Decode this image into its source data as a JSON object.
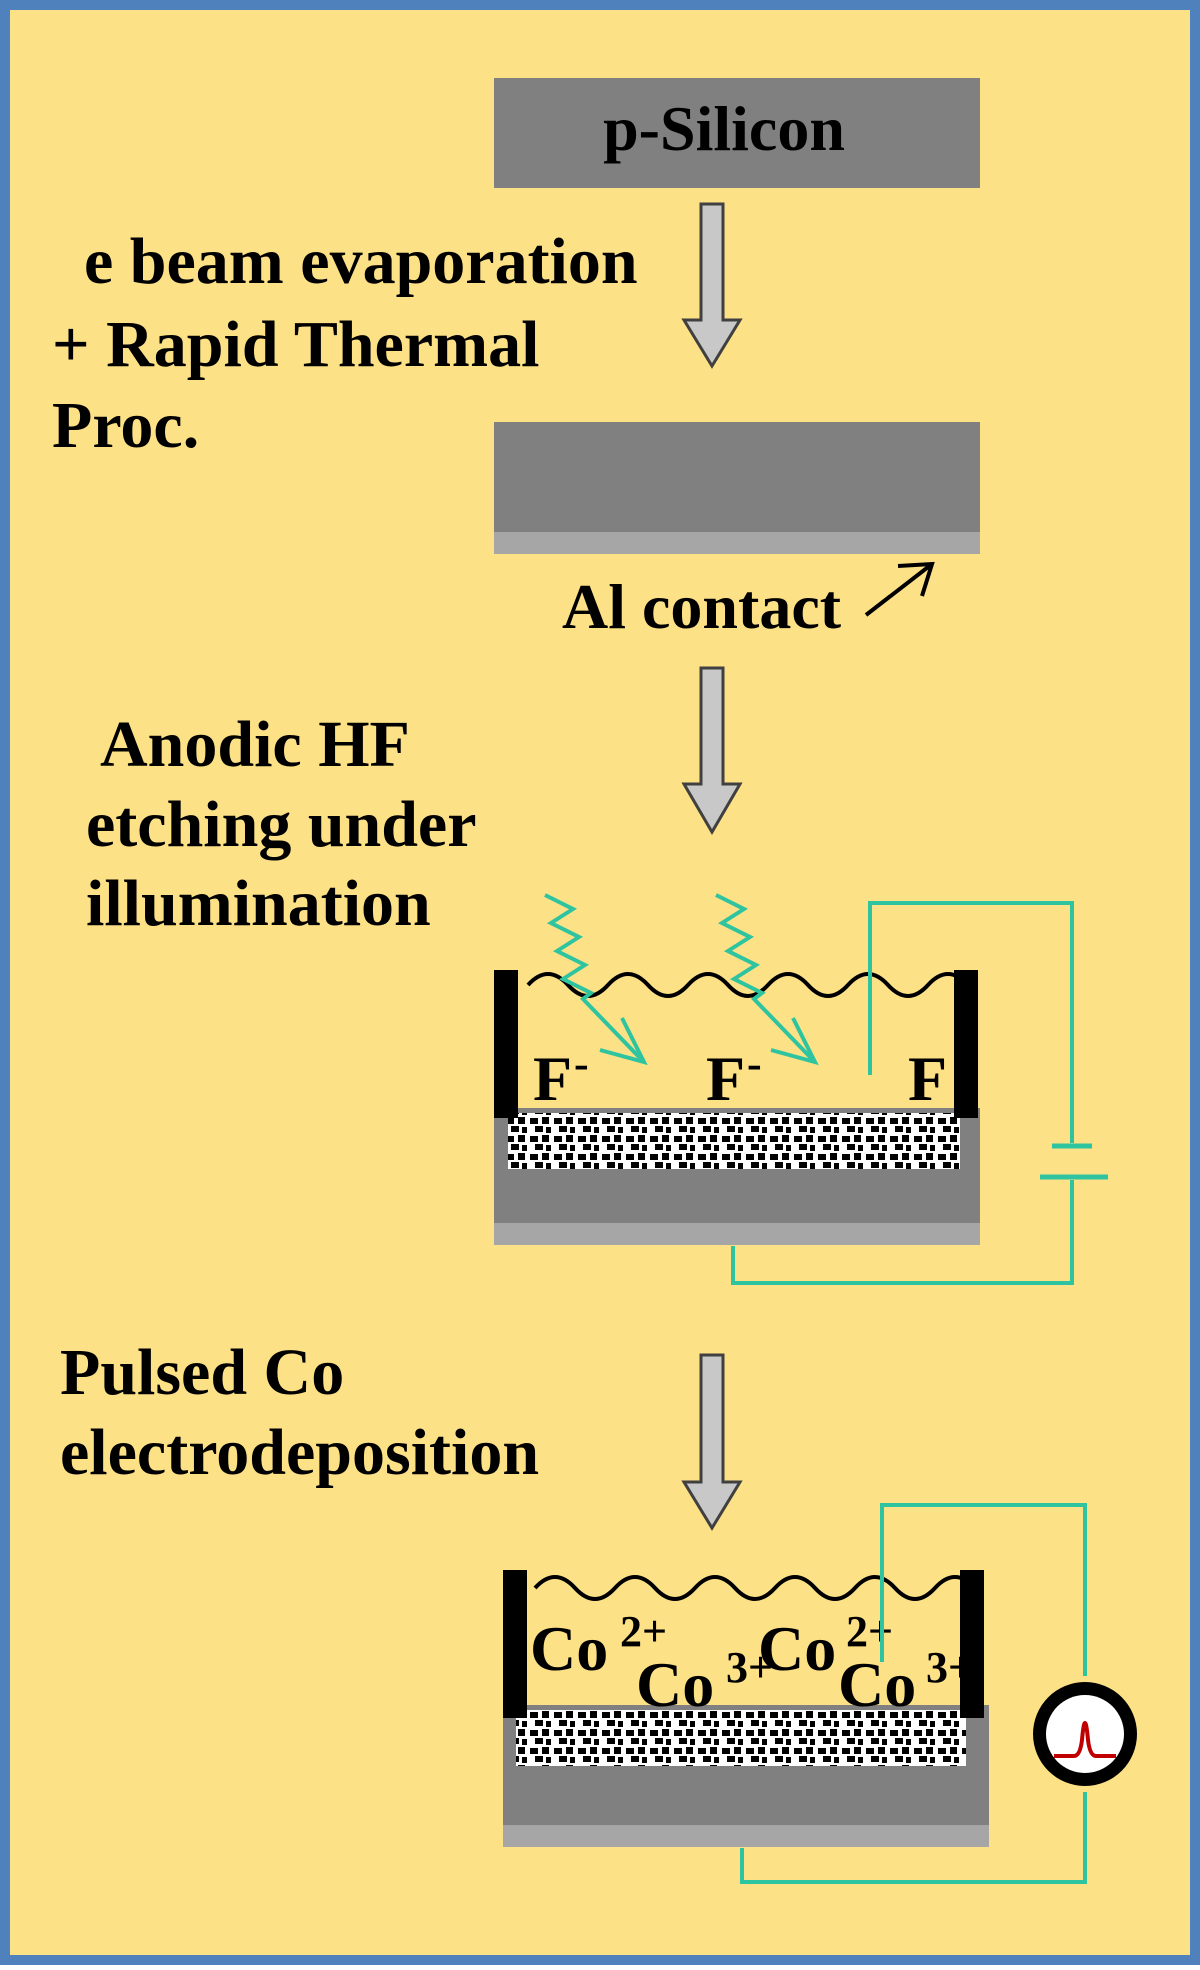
{
  "colors": {
    "background": "#fde186",
    "frame": "#4f81bd",
    "silicon": "#808080",
    "al_contact": "#a6a6a6",
    "circuit_wire": "#2ec4a0",
    "photon": "#2ec4a0",
    "arrow_fill": "#c8c8c8",
    "pulse_signal": "#c00000"
  },
  "icons": {
    "process_arrow": "down-arrow-icon",
    "light": "photon-wavy-arrow-icon",
    "power": "battery-icon",
    "pulse_source": "pulse-generator-icon"
  },
  "steps": {
    "top_layer": "p-Silicon",
    "step1": [
      "e beam evaporation",
      "+ Rapid Thermal",
      "Proc."
    ],
    "al_label": "Al contact",
    "step2": [
      "Anodic HF",
      "etching under",
      "illumination"
    ],
    "step3": [
      "Pulsed Co",
      "electrodeposition"
    ]
  },
  "ions": {
    "fluoride": "F",
    "fluoride_charge": "-",
    "co2": "Co",
    "co2_charge": "2+",
    "co3": "Co",
    "co3_charge": "3+"
  }
}
